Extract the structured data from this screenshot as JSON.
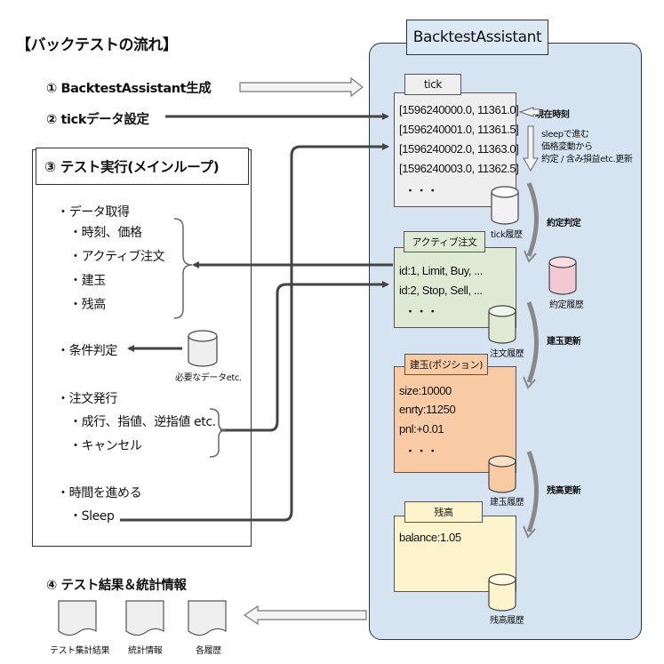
{
  "title": "【バックテストの流れ】",
  "panel_title": "BacktestAssistant",
  "steps": {
    "s1": "① BacktestAssistant生成",
    "s2": "② tickデータ設定",
    "s3": "③ テスト実行(メインループ)",
    "s4": "④ テスト結果＆統計情報"
  },
  "loop": {
    "data_get": "・データ取得",
    "data_items": [
      "・時刻、価格",
      "・アクティブ注文",
      "・建玉",
      "・残高"
    ],
    "condition": "・条件判定",
    "db_label": "必要なデータetc.",
    "order": "・注文発行",
    "order_items": [
      "・成行、指値、逆指値 etc.",
      "・キャンセル"
    ],
    "advance": "・時間を進める",
    "sleep": "・Sleep"
  },
  "tick": {
    "label": "tick",
    "rows": [
      "[1596240000.0, 11361.0]",
      "[1596240001.0, 11361.5]",
      "[1596240002.0, 11363.0]",
      "[1596240003.0, 11362.5]"
    ],
    "dots": "・・・",
    "history": "tick履歴",
    "current_time": "現在時刻",
    "note_lines": [
      "sleepで進む",
      "価格変動から",
      "約定 / 含み損益etc.更新"
    ]
  },
  "active": {
    "label": "アクティブ注文",
    "rows": [
      "id:1, Limit, Buy, ...",
      "id:2, Stop, Sell, ..."
    ],
    "dots": "・・・",
    "history": "注文履歴"
  },
  "fill": {
    "judge": "約定判定",
    "history": "約定履歴"
  },
  "position": {
    "label": "建玉(ポジション)",
    "rows": [
      "size:10000",
      "enrty:11250",
      "pnl:+0.01"
    ],
    "dots": "・・・",
    "history": "建玉履歴",
    "update": "建玉更新"
  },
  "balance": {
    "label": "残高",
    "rows": [
      "balance:1.05"
    ],
    "history": "残高履歴",
    "update": "残高更新"
  },
  "results": [
    "テスト集計結果",
    "統計情報",
    "各履歴"
  ],
  "colors": {
    "panel": "#d6e4f2",
    "tick_box": "#efefef",
    "active_box": "#dfead5",
    "position_box": "#f8cba4",
    "balance_box": "#fdf3cc",
    "fill_db": "#f2c8d2"
  }
}
